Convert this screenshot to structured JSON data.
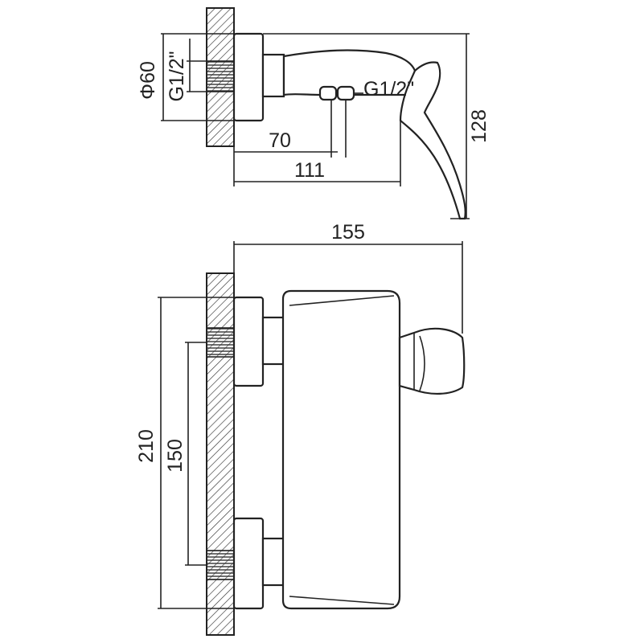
{
  "drawing": {
    "top_view": {
      "dim_diameter": "Φ60",
      "dim_thread_left": "G1/2\"",
      "dim_thread_right": "G1/2\"",
      "dim_70": "70",
      "dim_111": "111",
      "dim_128": "128"
    },
    "front_view": {
      "dim_155": "155",
      "dim_210": "210",
      "dim_150": "150"
    }
  }
}
